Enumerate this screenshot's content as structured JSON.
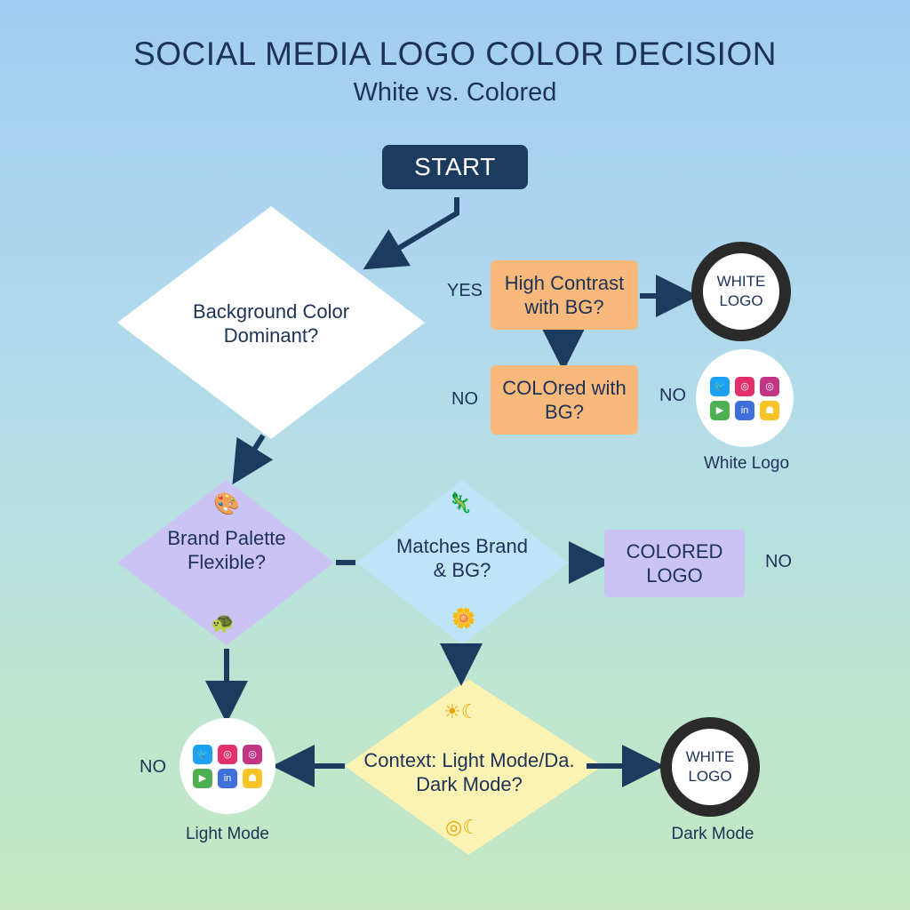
{
  "title": "SOCIAL MEDIA LOGO COLOR DECISION",
  "subtitle": "White vs. Colored",
  "start": "START",
  "nodes": {
    "bg_dominant": "Background Color Dominant?",
    "high_contrast": "High Contrast with BG?",
    "colored_bg": "COLOred with BG?",
    "white_logo_top": "WHITE LOGO",
    "white_logo_icons_caption": "White Logo",
    "brand_palette": "Brand Palette Flexible?",
    "matches_brand": "Matches Brand & BG?",
    "colored_logo": "COLORED LOGO",
    "context": "Context: Light Mode/Da. Dark Mode?",
    "light_mode_caption": "Light Mode",
    "white_logo_bottom": "WHITE LOGO",
    "dark_mode_caption": "Dark Mode"
  },
  "edge_labels": {
    "yes_high_contrast": "YES",
    "no_colored_bg": "NO",
    "no_white_logo": "NO",
    "no_colored_logo": "NO",
    "no_light_mode": "NO"
  },
  "icons": [
    {
      "name": "twitter",
      "color": "#1da1f2",
      "glyph": "🐦"
    },
    {
      "name": "instagram",
      "color": "#e1306c",
      "glyph": "◎"
    },
    {
      "name": "instagram-alt",
      "color": "#c13584",
      "glyph": "◎"
    },
    {
      "name": "youtube",
      "color": "#4caf50",
      "glyph": "▶"
    },
    {
      "name": "linkedin",
      "color": "#3f6fd8",
      "glyph": "in"
    },
    {
      "name": "snapchat",
      "color": "#f7c325",
      "glyph": "☗"
    }
  ],
  "colors": {
    "navy": "#1d3a5f",
    "orange_box": "#f9b97a",
    "purple": "#ccc3f5",
    "light_blue": "#bfe3f7",
    "yellow": "#fbf3b3"
  }
}
